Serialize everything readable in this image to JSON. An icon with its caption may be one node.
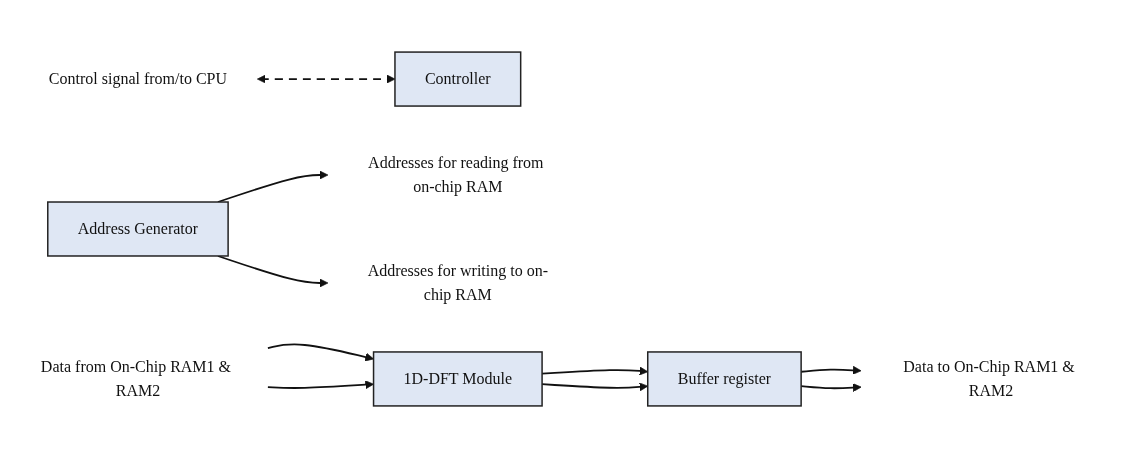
{
  "diagram": {
    "nodes": [
      {
        "text": [
          "Control signal from/to CPU"
        ]
      },
      {
        "text": [
          "Controller"
        ]
      },
      {
        "text": [
          "Addresses for reading from on-chip RAM"
        ]
      },
      {
        "text": [
          "Address Generator"
        ]
      },
      {
        "text": [
          "Addresses for writing to on-chip RAM"
        ]
      },
      {
        "text": [
          "Data from On-Chip RAM1 & RAM2"
        ]
      },
      {
        "text": [
          "1D-DFT Module"
        ]
      },
      {
        "text": [
          "Buffer register"
        ]
      },
      {
        "text": [
          "Data to On-Chip RAM1 & RAM2"
        ]
      }
    ],
    "edges": [
      {
        "from": 0,
        "to": 1,
        "arrow": "both",
        "style": "dashed"
      },
      {
        "from": 3,
        "to": 2,
        "arrow": "to"
      },
      {
        "from": 3,
        "to": 4,
        "arrow": "to"
      },
      {
        "from": 5,
        "to": 6,
        "arrow": "to"
      },
      {
        "from": 5,
        "to": 6,
        "arrow": "to"
      },
      {
        "from": 6,
        "to": 7,
        "arrow": "to"
      },
      {
        "from": 6,
        "to": 7,
        "arrow": "to"
      },
      {
        "from": 7,
        "to": 8,
        "arrow": "to"
      },
      {
        "from": 7,
        "to": 8,
        "arrow": "to"
      }
    ]
  }
}
